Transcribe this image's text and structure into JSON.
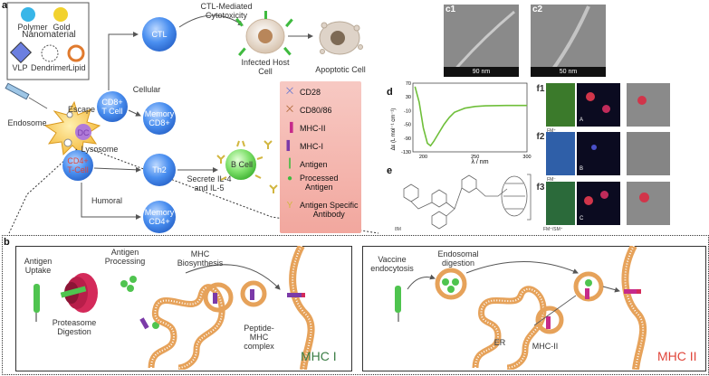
{
  "panel_a": {
    "letter": "a",
    "nanomaterial": {
      "title": "Nanomaterial",
      "items": [
        "Polymer",
        "Gold",
        "VLP",
        "Dendrimer",
        "Lipid"
      ]
    },
    "endosome": "Endosome",
    "escape": "Escape",
    "dc": "DC",
    "lysosome": "Lysosome",
    "cellular": "Cellular",
    "humoral": "Humoral",
    "cd8_tcell": "CD8+\nT Cell",
    "cd4_tcell": "CD4+\nT-Cell",
    "memory_cd8": "Memory\nCD8+",
    "memory_cd4": "Memory\nCD4+",
    "ctl": "CTL",
    "ctl_mediated": "CTL-Mediated\nCytotoxicity",
    "infected_host": "Infected Host\nCell",
    "apoptotic": "Apoptotic Cell",
    "th2": "Th2",
    "secrete": "Secrete IL-4\nand IL-5",
    "bcell": "B Cell",
    "legend": [
      {
        "icon": "cd28-icon",
        "label": "CD28"
      },
      {
        "icon": "cd80-icon",
        "label": "CD80/86"
      },
      {
        "icon": "mhc2-icon",
        "label": "MHC-II"
      },
      {
        "icon": "mhc1-icon",
        "label": "MHC-I"
      },
      {
        "icon": "antigen-icon",
        "label": "Antigen"
      },
      {
        "icon": "processed-antigen-icon",
        "label": "Processed\nAntigen"
      },
      {
        "icon": "antibody-icon",
        "label": "Antigen Specific\nAntibody"
      }
    ]
  },
  "panel_c": {
    "c1": {
      "letter": "c1",
      "scale": "90 nm"
    },
    "c2": {
      "letter": "c2",
      "scale": "50 nm"
    }
  },
  "panel_d": {
    "letter": "d",
    "ylabel": "Δε (L mol⁻¹ cm⁻¹)",
    "xlabel": "λ / nm",
    "yticks": [
      "70",
      "30",
      "-10",
      "-50",
      "-90",
      "-130"
    ],
    "xticks": [
      "200",
      "250",
      "300"
    ]
  },
  "panel_e": {
    "letter": "e",
    "tag": "8M"
  },
  "panel_f": {
    "f1": {
      "letter": "f1",
      "sub": "FM⁺",
      "tag": "A"
    },
    "f2": {
      "letter": "f2",
      "sub": "FM⁻",
      "tag": "B"
    },
    "f3": {
      "letter": "f3",
      "sub": "FM⁺/SM⁺",
      "tag": "C"
    }
  },
  "panel_b": {
    "letter": "b",
    "left": {
      "antigen_uptake": "Antigen\nUptake",
      "antigen_processing": "Antigen\nProcessing",
      "mhc_biosynthesis": "MHC\nBiosynthesis",
      "proteasome": "Proteasome\nDigestion",
      "peptide_mhc": "Peptide-\nMHC\ncomplex",
      "title": "MHC I"
    },
    "right": {
      "vaccine": "Vaccine\nendocytosis",
      "endosomal": "Endosomal\ndigestion",
      "er": "ER",
      "mhc2": "MHC-II",
      "title": "MHC II"
    }
  },
  "colors": {
    "cell_blue": "#3b82e6",
    "legend_pink": "#f4b2a9",
    "mhc1_green": "#3a7d44",
    "mhc2_red": "#e0453a",
    "membrane_orange": "#e6a25a",
    "cd_text_red": "#e0453a"
  },
  "chart_data": {
    "type": "line",
    "title": "",
    "xlabel": "λ / nm",
    "ylabel": "Δε (L mol⁻¹ cm⁻¹)",
    "xlim": [
      190,
      300
    ],
    "ylim": [
      -130,
      70
    ],
    "series": [
      {
        "x": [
          192,
          196,
          200,
          204,
          207,
          210,
          215,
          220,
          225,
          230,
          240,
          250,
          260,
          280,
          300
        ],
        "y": [
          60,
          15,
          -60,
          -105,
          -112,
          -100,
          -75,
          -50,
          -30,
          -15,
          -3,
          2,
          4,
          5,
          5
        ]
      }
    ]
  }
}
